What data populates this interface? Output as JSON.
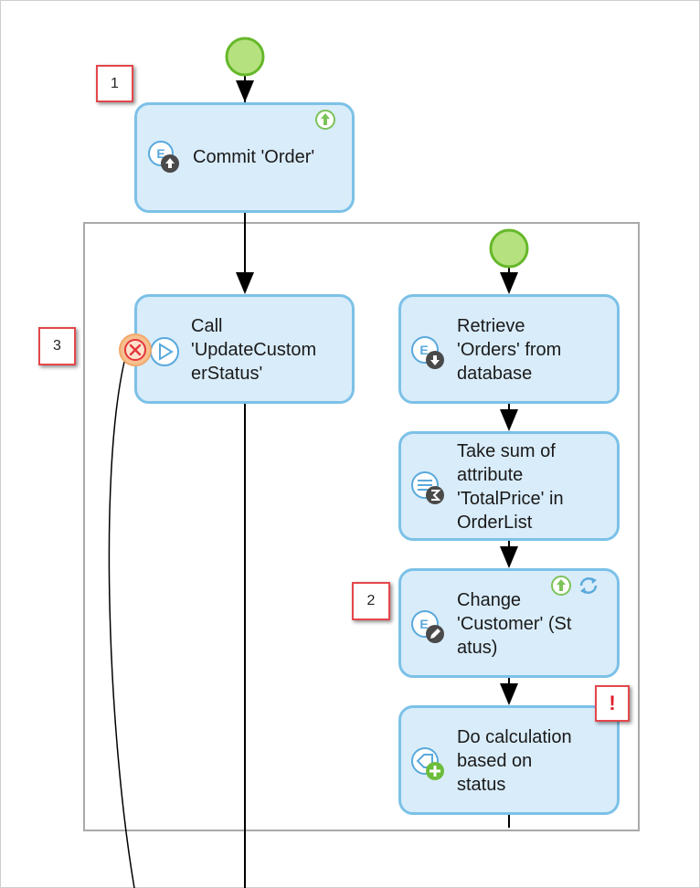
{
  "activities": {
    "commit": {
      "label": "Commit 'Order'",
      "icon": "commit-object-icon"
    },
    "call": {
      "label": "Call\n'UpdateCustom\nerStatus'",
      "icon": "call-microflow-icon"
    },
    "retrieve": {
      "label": "Retrieve\n'Orders' from\ndatabase",
      "icon": "retrieve-database-icon"
    },
    "aggregate": {
      "label": "Take sum of\nattribute\n'TotalPrice' in\nOrderList",
      "icon": "aggregate-list-icon"
    },
    "change": {
      "label": "Change\n'Customer' (St\natus)",
      "icon": "change-object-icon"
    },
    "calculate": {
      "label": "Do calculation\nbased on\nstatus",
      "icon": "add-calculation-icon"
    }
  },
  "badges": {
    "one": "1",
    "two": "2",
    "three": "3",
    "warning": "!"
  },
  "colors": {
    "start_event": "#b5e27f",
    "start_event_border": "#66b82a",
    "activity_fill": "#d9ecfa",
    "activity_border": "#7cc1e7",
    "badge_border": "#e4474b",
    "loop_border": "#a9a9a9"
  }
}
